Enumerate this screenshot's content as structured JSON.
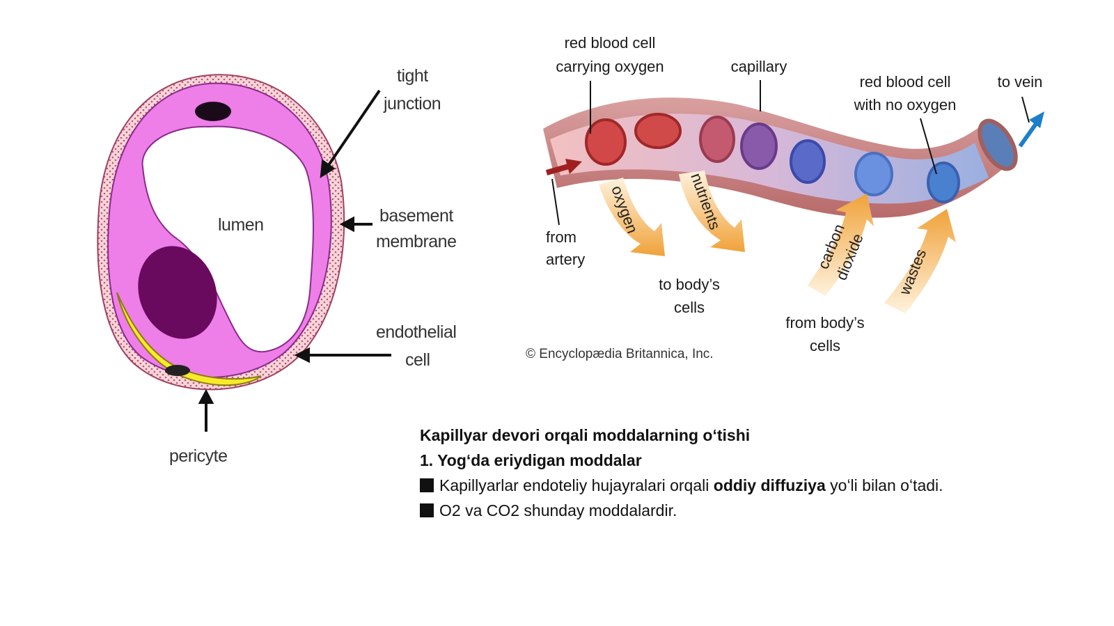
{
  "left_diagram": {
    "labels": {
      "tight_junction_1": "tight",
      "tight_junction_2": "junction",
      "lumen": "lumen",
      "basement_1": "basement",
      "basement_2": "membrane",
      "endothelial_1": "endothelial",
      "endothelial_2": "cell",
      "pericyte": "pericyte"
    },
    "colors": {
      "endothelium": "#ee7ee8",
      "basement": "#f4c8d0",
      "nucleus": "#6a0a5e",
      "pericyte": "#f7ea2a"
    }
  },
  "right_diagram": {
    "labels": {
      "rbc_oxygen_1": "red blood cell",
      "rbc_oxygen_2": "carrying oxygen",
      "capillary": "capillary",
      "rbc_no_oxygen_1": "red blood cell",
      "rbc_no_oxygen_2": "with no oxygen",
      "to_vein": "to vein",
      "from_artery_1": "from",
      "from_artery_2": "artery",
      "oxygen": "oxygen",
      "nutrients": "nutrients",
      "carbon_1": "carbon",
      "carbon_2": "dioxide",
      "wastes": "wastes",
      "to_cells_1": "to body’s",
      "to_cells_2": "cells",
      "from_cells_1": "from body’s",
      "from_cells_2": "cells",
      "copyright": "© Encyclopædia Britannica, Inc."
    },
    "colors": {
      "vessel": "#c98585",
      "arrow_orange": "#f0a23a",
      "artery_arrow": "#a02020",
      "vein_arrow": "#1d7fc9"
    }
  },
  "text": {
    "title": "Kapillyar devori orqali moddalarning oʻtishi",
    "subtitle": "1. Yogʻda eriydigan moddalar",
    "b1_pre": "Kapillyarlar endoteliy hujayralari orqali ",
    "b1_bold": "oddiy diffuziya",
    "b1_post": " yoʻli bilan oʻtadi.",
    "b2": "O2 va CO2 shunday moddalardir."
  }
}
